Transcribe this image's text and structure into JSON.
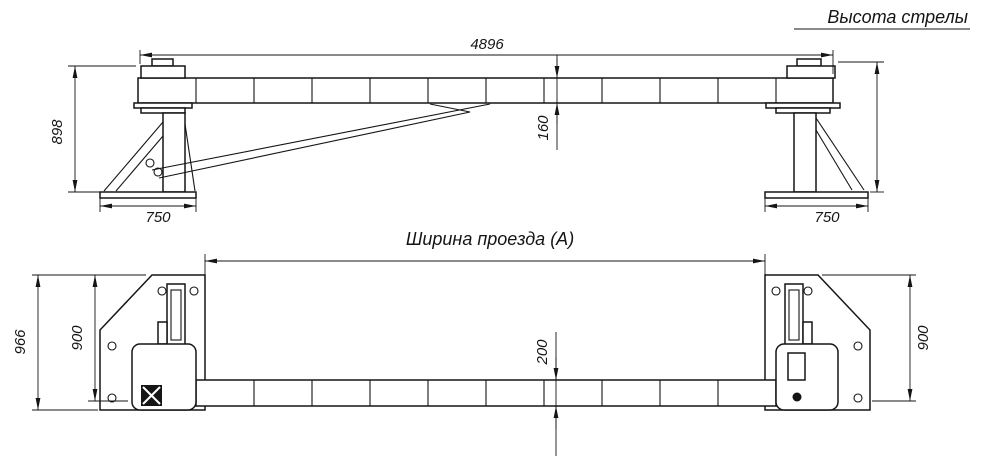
{
  "drawing": {
    "side_view": {
      "boom_height_label": "Высота стрелы",
      "dims": {
        "beam_length": "4896",
        "column_height": "898",
        "beam_height": "160",
        "base_left": "750",
        "base_right": "750"
      }
    },
    "plan_view": {
      "passage_width_label": "Ширина проезда (А)",
      "dims": {
        "overall_depth": "966",
        "plate_depth_left": "900",
        "plate_depth_right": "900",
        "beam_width": "200"
      }
    }
  }
}
